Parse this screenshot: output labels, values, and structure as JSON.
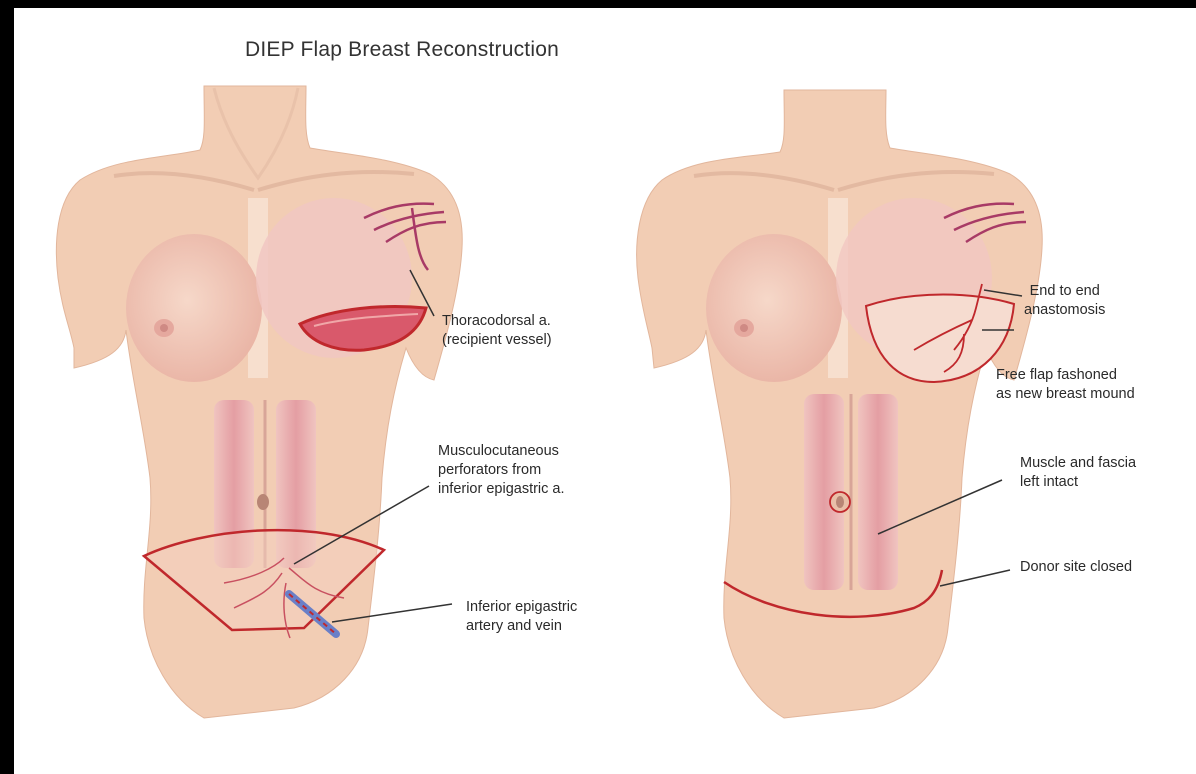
{
  "title": "DIEP Flap Breast Reconstruction",
  "labels": {
    "thoracodorsal": "Thoracodorsal a.\n(recipient vessel)",
    "perforators": "Musculocutaneous\nperforators from\ninferior epigastric a.",
    "epigastric_vessels": "Inferior epigastric\nartery and vein",
    "anastomosis": "End to end\nanastomosis",
    "free_flap": "Free flap fashoned\nas new breast mound",
    "muscle_fascia": "Muscle and fascia\nleft intact",
    "donor_site": "Donor site closed"
  },
  "colors": {
    "background": "#000000",
    "canvas": "#ffffff",
    "skin": "#f2cdb4",
    "muscle": "#e8a9ad",
    "incision": "#c0282c",
    "vein": "#6a7fc7",
    "text": "#2a2a2a"
  }
}
